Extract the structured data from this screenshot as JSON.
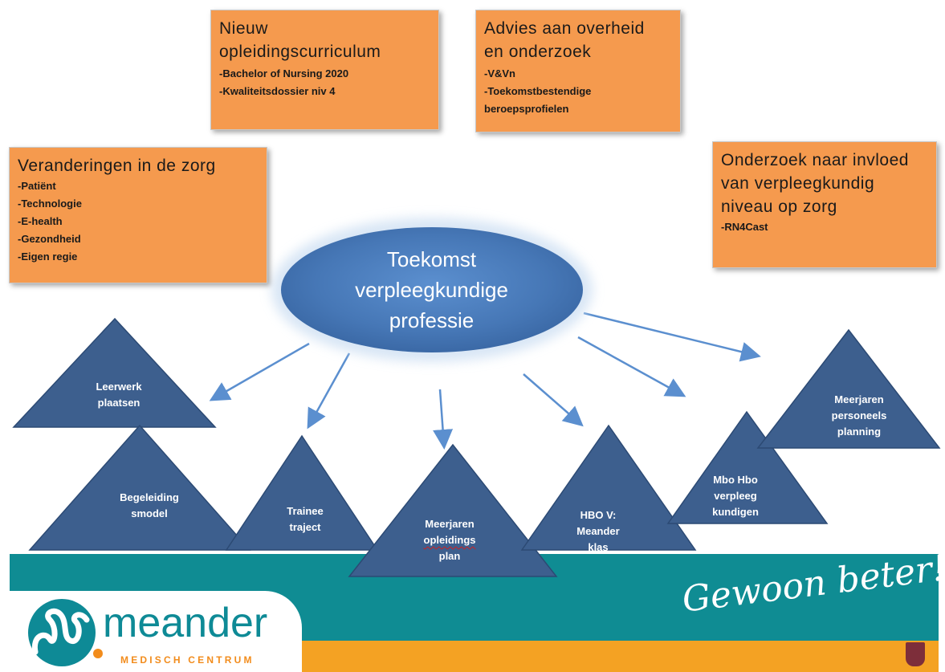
{
  "boxes": {
    "curriculum": {
      "title_lines": [
        "Nieuw",
        "opleidingscurriculum"
      ],
      "items": [
        "-Bachelor of Nursing 2020",
        "-Kwaliteitsdossier niv 4"
      ]
    },
    "advies": {
      "title_lines": [
        "Advies aan overheid",
        "en onderzoek"
      ],
      "items": [
        "-V&Vn",
        "-Toekomstbestendige",
        "beroepsprofielen"
      ]
    },
    "veranderingen": {
      "title_lines": [
        "Veranderingen in de zorg"
      ],
      "items": [
        "-Patiënt",
        "-Technologie",
        "-E-health",
        "-Gezondheid",
        "-Eigen regie"
      ]
    },
    "onderzoek": {
      "title_lines": [
        "Onderzoek naar invloed",
        "van verpleegkundig",
        "niveau op zorg"
      ],
      "items": [
        "-RN4Cast"
      ]
    }
  },
  "center": {
    "lines": [
      "Toekomst",
      "verpleegkundige",
      "professie"
    ]
  },
  "triangles": [
    {
      "lines": [
        "Leerwerk",
        "plaatsen"
      ]
    },
    {
      "lines": [
        "Begeleiding",
        "smodel"
      ]
    },
    {
      "lines": [
        "Trainee",
        "traject"
      ]
    },
    {
      "lines": [
        "Meerjaren",
        "opleidings",
        "plan"
      ]
    },
    {
      "lines": [
        "HBO V:",
        "Meander",
        "klas"
      ]
    },
    {
      "lines": [
        "Mbo Hbo",
        "verpleeg",
        "kundigen"
      ]
    },
    {
      "lines": [
        "Meerjaren",
        "personeels",
        "planning"
      ]
    }
  ],
  "footer": {
    "logo_word": "meander",
    "logo_sub": "MEDISCH CENTRUM",
    "slogan": "Gewoon beter!"
  },
  "colors": {
    "box_fill": "#f59a4e",
    "ellipse_fill": "#4a7dbd",
    "triangle_fill": "#3d5f8e",
    "teal": "#0f8c93",
    "orange_bar": "#f4a223"
  }
}
